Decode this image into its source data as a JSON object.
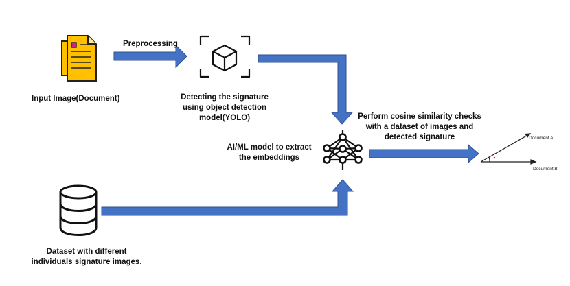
{
  "diagram": {
    "arrow_color": "#4472C4",
    "document_icon_color": "#FFC000",
    "labels": {
      "input_image": "Input Image(Document)",
      "preprocessing": "Preprocessing",
      "detecting_line1": "Detecting the signature",
      "detecting_line2": "using object detection",
      "detecting_line3": "model(YOLO)",
      "aiml_line1": "AI/ML model to extract",
      "aiml_line2": "the embeddings",
      "cosine_line1": "Perform cosine similarity checks",
      "cosine_line2": "with a dataset of images and",
      "cosine_line3": "detected signature",
      "dataset_line1": "Dataset with different",
      "dataset_line2": "individuals signature images.",
      "document_a": "Document A",
      "document_b": "Document B"
    },
    "icons": {
      "input": "document-icon",
      "detection": "object-detection-cube-icon",
      "model": "neural-network-icon",
      "dataset": "database-icon",
      "similarity": "vector-angle-icon"
    }
  }
}
